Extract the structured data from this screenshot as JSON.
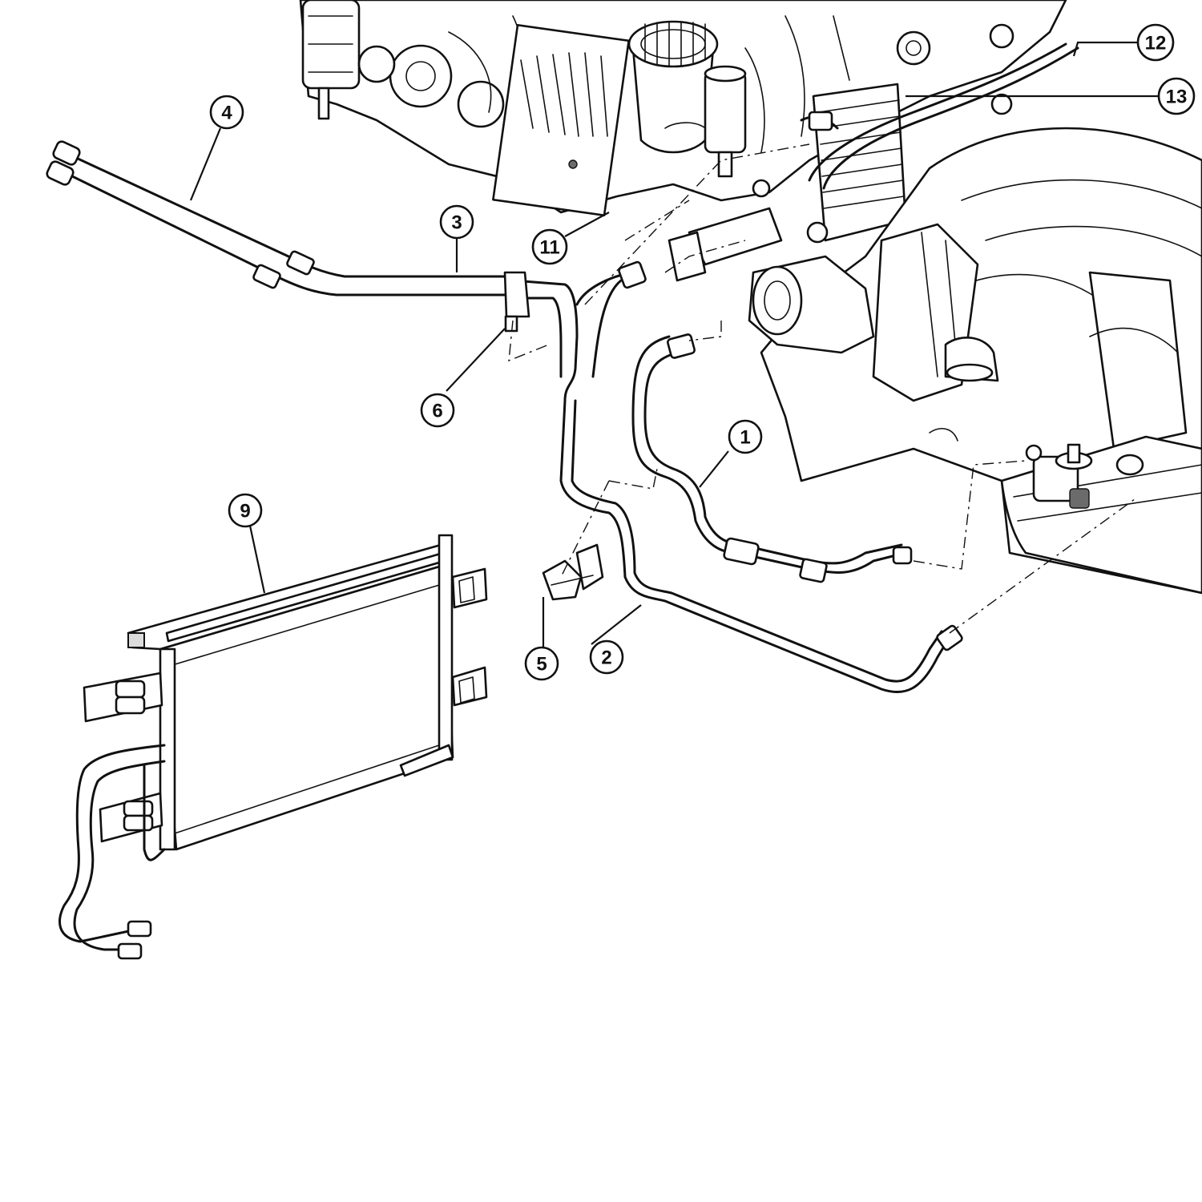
{
  "callouts": [
    {
      "label": "1"
    },
    {
      "label": "2"
    },
    {
      "label": "3"
    },
    {
      "label": "4"
    },
    {
      "label": "5"
    },
    {
      "label": "6"
    },
    {
      "label": "9"
    },
    {
      "label": "11"
    },
    {
      "label": "12"
    },
    {
      "label": "13"
    }
  ]
}
